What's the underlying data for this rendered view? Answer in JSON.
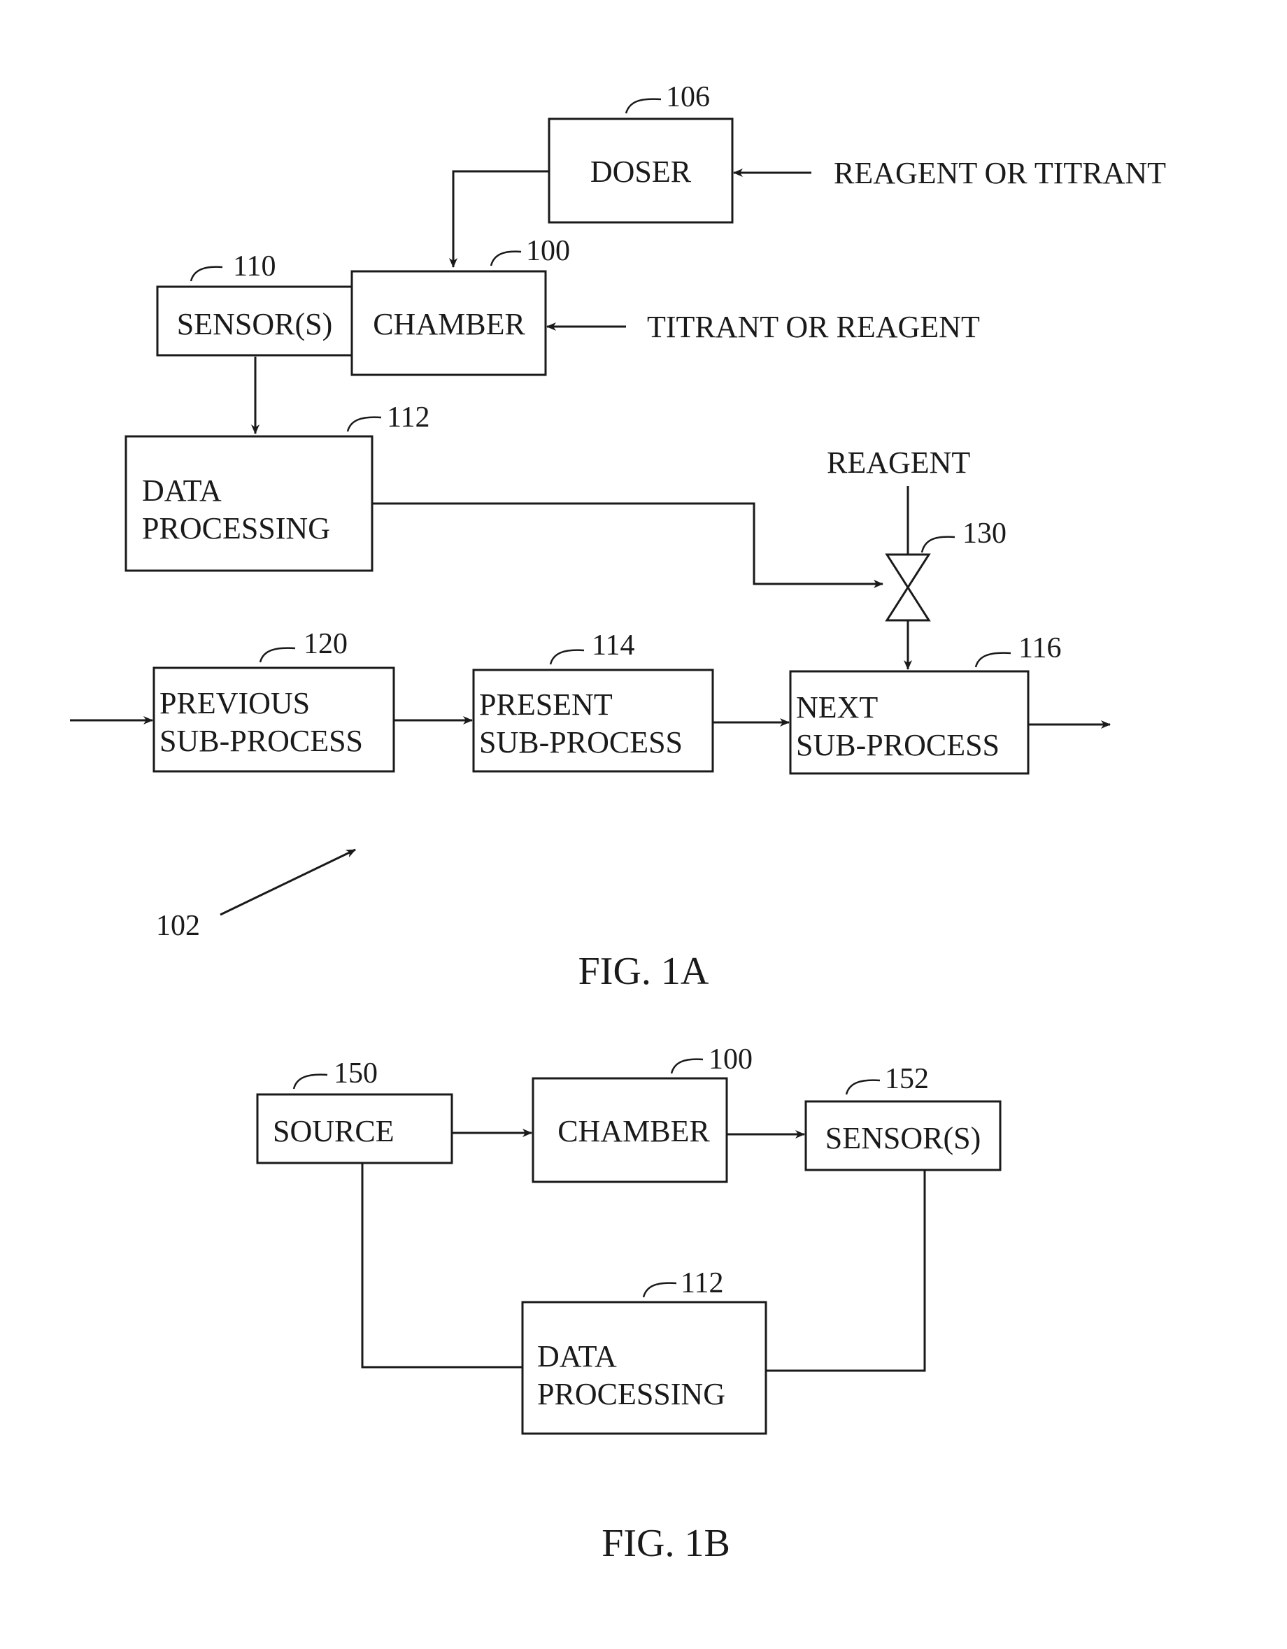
{
  "fig_1a": {
    "caption": "FIG. 1A",
    "doser": {
      "label": "DOSER",
      "ref": "106"
    },
    "chamber": {
      "label": "CHAMBER",
      "ref": "100"
    },
    "sensors": {
      "label": "SENSOR(S)",
      "ref": "110"
    },
    "data_processing": {
      "line1": "DATA",
      "line2": "PROCESSING",
      "ref": "112"
    },
    "previous_sub_process": {
      "line1": "PREVIOUS",
      "line2": "SUB-PROCESS",
      "ref": "120"
    },
    "present_sub_process": {
      "line1": "PRESENT",
      "line2": "SUB-PROCESS",
      "ref": "114"
    },
    "next_sub_process": {
      "line1": "NEXT",
      "line2": "SUB-PROCESS",
      "ref": "116"
    },
    "valve": {
      "ref": "130"
    },
    "input_doser": "REAGENT OR TITRANT",
    "input_chamber": "TITRANT OR REAGENT",
    "input_valve": "REAGENT",
    "system_ref": "102"
  },
  "fig_1b": {
    "caption": "FIG. 1B",
    "source": {
      "label": "SOURCE",
      "ref": "150"
    },
    "chamber": {
      "label": "CHAMBER",
      "ref": "100"
    },
    "sensors": {
      "label": "SENSOR(S)",
      "ref": "152"
    },
    "data_processing": {
      "line1": "DATA",
      "line2": "PROCESSING",
      "ref": "112"
    }
  }
}
